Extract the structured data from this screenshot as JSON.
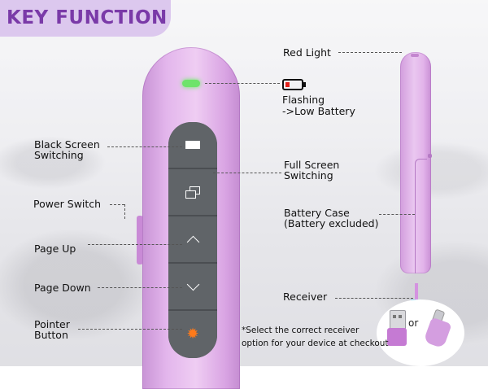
{
  "title": "KEY FUNCTION",
  "labels": {
    "red_light": "Red Light",
    "flashing": "Flashing",
    "low_battery": "->Low Battery",
    "black_screen_1": "Black Screen",
    "black_screen_2": "Switching",
    "full_screen_1": "Full Screen",
    "full_screen_2": "Switching",
    "power_switch": "Power Switch",
    "battery_case_1": "Battery Case",
    "battery_case_2": "(Battery excluded)",
    "page_up": "Page Up",
    "page_down": "Page Down",
    "receiver": "Receiver",
    "pointer_1": "Pointer",
    "pointer_2": "Button",
    "or": "or",
    "note_1": "*Select the correct receiver",
    "note_2": "option for your device at checkout"
  },
  "icons": {
    "battery": "low-battery-icon",
    "black_screen": "black-screen-icon",
    "full_screen": "full-screen-icon",
    "page_up": "chevron-up-icon",
    "page_down": "chevron-down-icon",
    "pointer": "laser-pointer-icon",
    "usb_a": "usb-a-receiver-icon",
    "usb_c": "usb-c-receiver-icon"
  },
  "colors": {
    "title": "#7a3aa8",
    "title_bg": "#dcc8ee",
    "remote": "#e3b6ec",
    "buttons": "#606468",
    "led": "#6ee36b",
    "battery_low": "#e3211b",
    "pointer": "#ff7a1a"
  }
}
